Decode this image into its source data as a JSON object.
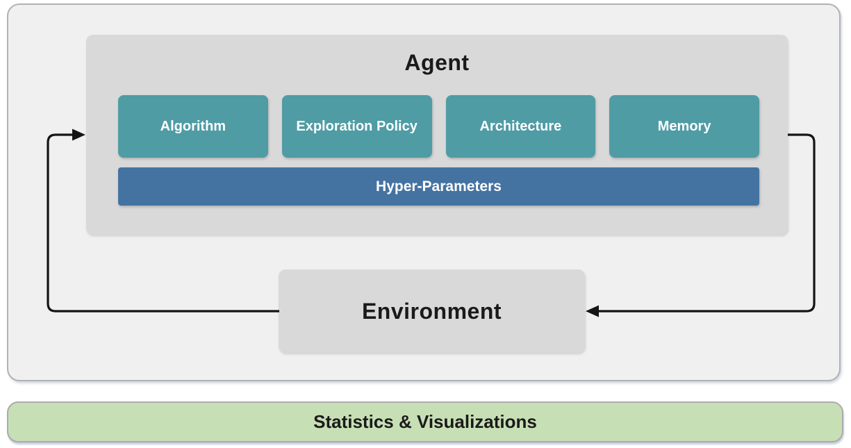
{
  "agent": {
    "title": "Agent",
    "components": [
      "Algorithm",
      "Exploration Policy",
      "Architecture",
      "Memory"
    ],
    "hyper_parameters_label": "Hyper-Parameters"
  },
  "environment": {
    "label": "Environment"
  },
  "statistics": {
    "label": "Statistics & Visualizations"
  },
  "arrows": [
    {
      "from": "Environment",
      "to": "Agent"
    },
    {
      "from": "Agent",
      "to": "Environment"
    }
  ],
  "colors": {
    "teal": "#4F9CA5",
    "blue": "#4473A2",
    "panel_gray": "#F0F0F1",
    "panel_border": "#B1B1B3",
    "box_gray": "#D9D9D9",
    "green": "#C7DFB5",
    "green_border": "#ABABAD",
    "arrow_black": "#151515",
    "text_dark": "#1A1A1A",
    "text_white": "#FFFFFF"
  }
}
